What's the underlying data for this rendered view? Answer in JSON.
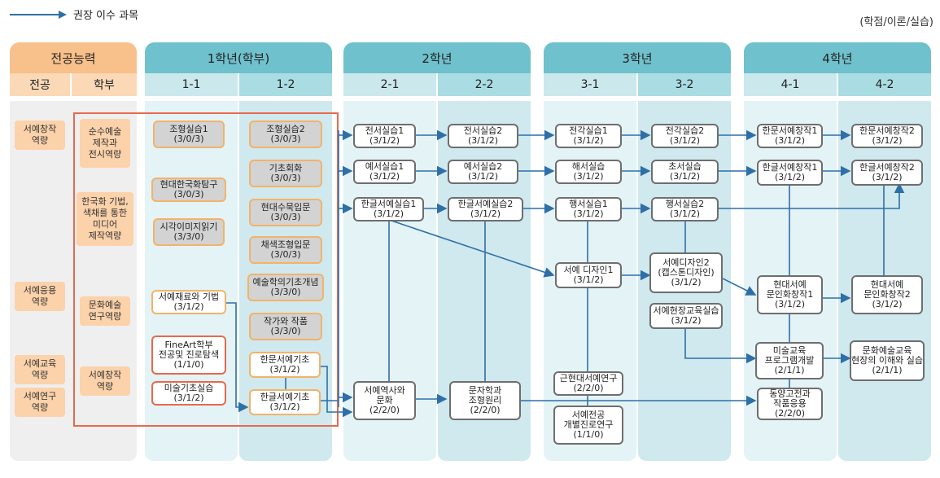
{
  "legend": {
    "label": "권장 이수 과목"
  },
  "unit": "(학점/이론/실습)",
  "headers": {
    "competency": "전공능력",
    "year1": "1학년(학부)",
    "year2": "2학년",
    "year3": "3학년",
    "year4": "4학년",
    "major": "전공",
    "undergrad": "학부",
    "s11": "1-1",
    "s12": "1-2",
    "s21": "2-1",
    "s22": "2-2",
    "s31": "3-1",
    "s32": "3-2",
    "s41": "4-1",
    "s42": "4-2"
  },
  "major_comp": [
    "서예창작\n역량",
    "서예응용\n역량",
    "서예교육\n역량",
    "서예연구\n역량"
  ],
  "ug_comp": [
    "순수예술\n제작과\n전시역량",
    "한국화 기법,\n색채를 통한\n미디어\n제작역량",
    "문화예술\n연구역량",
    "서예창작\n역량"
  ],
  "courses": {
    "c1": {
      "name": "조형실습1",
      "credit": "(3/0/3)"
    },
    "c2": {
      "name": "현대한국화탐구",
      "credit": "(3/0/3)"
    },
    "c3": {
      "name": "시각이미지읽기",
      "credit": "(3/3/0)"
    },
    "c4": {
      "name": "서예재료와 기법",
      "credit": "(3/1/2)"
    },
    "c5": {
      "name": "FineArt학부\n전공및 진로탐색",
      "credit": "(1/1/0)"
    },
    "c6": {
      "name": "미술기초실습",
      "credit": "(3/1/2)"
    },
    "d1": {
      "name": "조형실습2",
      "credit": "(3/0/3)"
    },
    "d2": {
      "name": "기초회화",
      "credit": "(3/0/3)"
    },
    "d3": {
      "name": "현대수묵입문",
      "credit": "(3/0/3)"
    },
    "d4": {
      "name": "채색조형입문",
      "credit": "(3/0/3)"
    },
    "d5": {
      "name": "예술학의기초개념",
      "credit": "(3/3/0)"
    },
    "d6": {
      "name": "작가와 작품",
      "credit": "(3/3/0)"
    },
    "d7": {
      "name": "한문서예기초",
      "credit": "(3/1/2)"
    },
    "d8": {
      "name": "한글서예기초",
      "credit": "(3/1/2)"
    },
    "e1": {
      "name": "전서실습1",
      "credit": "(3/1/2)"
    },
    "e2": {
      "name": "예서실습1",
      "credit": "(3/1/2)"
    },
    "e3": {
      "name": "한글서예실습1",
      "credit": "(3/1/2)"
    },
    "e4": {
      "name": "서예역사와\n문화",
      "credit": "(2/2/0)"
    },
    "f1": {
      "name": "전서실습2",
      "credit": "(3/1/2)"
    },
    "f2": {
      "name": "예서실습2",
      "credit": "(3/1/2)"
    },
    "f3": {
      "name": "한글서예실습2",
      "credit": "(3/1/2)"
    },
    "f4": {
      "name": "문자학과\n조형원리",
      "credit": "(2/2/0)"
    },
    "g1": {
      "name": "전각실습1",
      "credit": "(3/1/2)"
    },
    "g2": {
      "name": "해서실습",
      "credit": "(3/1/2)"
    },
    "g3": {
      "name": "행서실습1",
      "credit": "(3/1/2)"
    },
    "g4": {
      "name": "서예 디자인1",
      "credit": "(3/1/2)"
    },
    "g5": {
      "name": "근현대서예연구",
      "credit": "(2/2/0)"
    },
    "g6": {
      "name": "서예전공\n개별진로연구",
      "credit": "(1/1/0)"
    },
    "h1": {
      "name": "전각실습2",
      "credit": "(3/1/2)"
    },
    "h2": {
      "name": "초서실습",
      "credit": "(3/1/2)"
    },
    "h3": {
      "name": "행서실습2",
      "credit": "(3/1/2)"
    },
    "h4": {
      "name": "서예디자인2\n(캡스톤디자인)",
      "credit": "(3/1/2)"
    },
    "h5": {
      "name": "서예현장교육실습",
      "credit": "(3/1/2)"
    },
    "i1": {
      "name": "한문서예창작1",
      "credit": "(3/1/2)"
    },
    "i2": {
      "name": "한글서예창작1",
      "credit": "(3/1/2)"
    },
    "i3": {
      "name": "현대서예\n문인화창작1",
      "credit": "(3/1/2)"
    },
    "i4": {
      "name": "미술교육\n프로그램개발",
      "credit": "(2/1/1)"
    },
    "i5": {
      "name": "동양고전과\n작품응용",
      "credit": "(2/2/0)"
    },
    "j1": {
      "name": "한문서예창작2",
      "credit": "(3/1/2)"
    },
    "j2": {
      "name": "한글서예창작2",
      "credit": "(3/1/2)"
    },
    "j3": {
      "name": "현대서예\n문인화창작2",
      "credit": "(3/1/2)"
    },
    "j4": {
      "name": "문화예술교육\n현장의 이해와 실습",
      "credit": "(2/1/1)"
    }
  },
  "colors": {
    "orange_header": "#f8c08a",
    "teal_header": "#6fc1cd",
    "teal_sub": "#a9dde3",
    "node_border": "#6e6e6e",
    "arrow": "#2f6fa8",
    "highlight": "#e8694d"
  }
}
